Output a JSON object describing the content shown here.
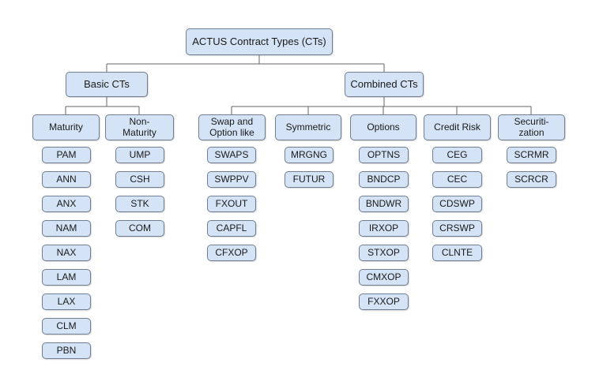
{
  "root": "ACTUS Contract Types (CTs)",
  "branches": [
    {
      "label": "Basic CTs",
      "groups": [
        {
          "label": "Maturity",
          "items": [
            "PAM",
            "ANN",
            "ANX",
            "NAM",
            "NAX",
            "LAM",
            "LAX",
            "CLM",
            "PBN"
          ]
        },
        {
          "label": "Non-\nMaturity",
          "items": [
            "UMP",
            "CSH",
            "STK",
            "COM"
          ]
        }
      ]
    },
    {
      "label": "Combined CTs",
      "groups": [
        {
          "label": "Swap and\nOption like",
          "items": [
            "SWAPS",
            "SWPPV",
            "FXOUT",
            "CAPFL",
            "CFXOP"
          ]
        },
        {
          "label": "Symmetric",
          "items": [
            "MRGNG",
            "FUTUR"
          ]
        },
        {
          "label": "Options",
          "items": [
            "OPTNS",
            "BNDCP",
            "BNDWR",
            "IRXOP",
            "STXOP",
            "CMXOP",
            "FXXOP"
          ]
        },
        {
          "label": "Credit Risk",
          "items": [
            "CEG",
            "CEC",
            "CDSWP",
            "CRSWP",
            "CLNTE"
          ]
        },
        {
          "label": "Securiti-\nzation",
          "items": [
            "SCRMR",
            "SCRCR"
          ]
        }
      ]
    }
  ]
}
